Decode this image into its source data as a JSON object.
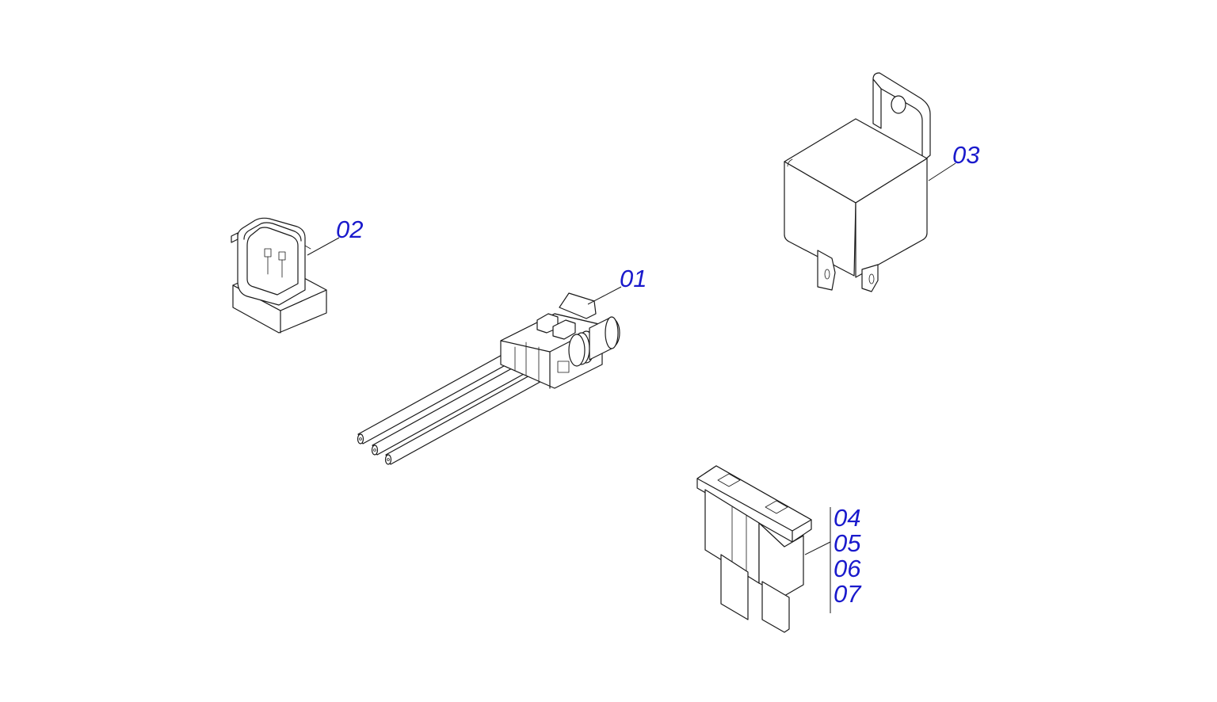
{
  "callouts": {
    "c01": "01",
    "c02": "02",
    "c03": "03",
    "c04": "04",
    "c05": "05",
    "c06": "06",
    "c07": "07"
  },
  "colors": {
    "callout_text": "#1a1acc",
    "line": "#1a1a1a",
    "background": "#ffffff"
  }
}
